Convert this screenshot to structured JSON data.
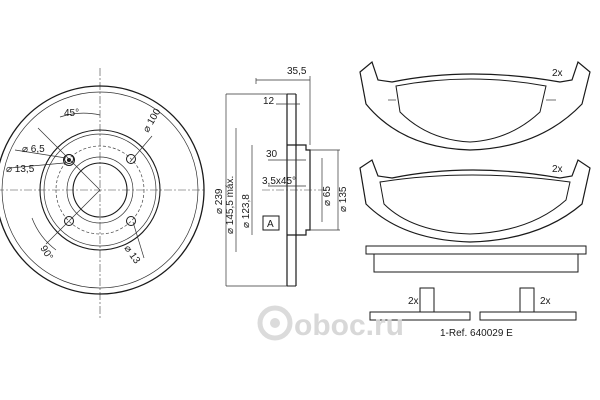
{
  "disc_front": {
    "angle_top": "45°",
    "angle_bottom": "90°",
    "dia_hole_small": "⌀ 6,5",
    "dia_hole_mid": "⌀ 13,5",
    "dia_bolt_circle": "⌀ 100",
    "dia_bolt_hole": "⌀ 13"
  },
  "disc_side": {
    "width_total": "35,5",
    "thickness": "12",
    "hub_depth": "30",
    "chamfer": "3,5x45°",
    "dia_outer": "⌀ 239",
    "dia_max": "⌀ 145,5 máx.",
    "dia_inner": "⌀ 123,8",
    "dia_center_bore": "⌀ 65",
    "dia_hub": "⌀ 135",
    "section_marker": "A"
  },
  "pads": {
    "qty_top": "2x",
    "qty_middle": "2x",
    "qty_clip_left": "2x",
    "qty_clip_right": "2x",
    "reference": "1-Ref. 640029 E"
  },
  "watermark": {
    "text": "oboc.ru",
    "color": "#d4d4d4",
    "logo_ring_color": "#d8d8d8"
  }
}
